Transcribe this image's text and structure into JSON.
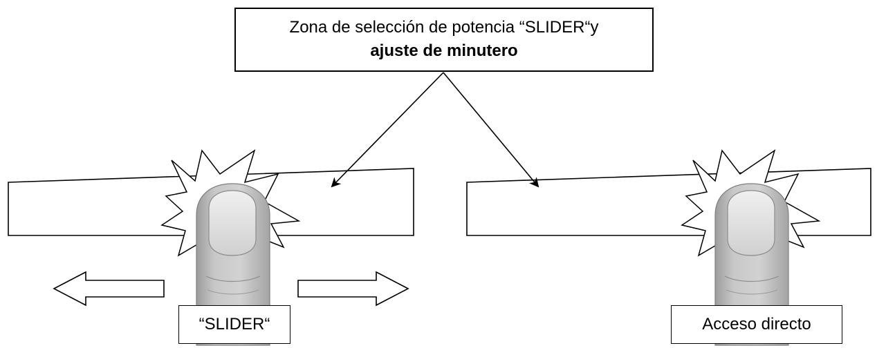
{
  "callout": {
    "line1": "Zona de selección de potencia “SLIDER“y",
    "line2": "ajuste de minutero"
  },
  "labels": {
    "slider": "“SLIDER“",
    "direct_access": "Acceso directo"
  },
  "colors": {
    "stroke": "#000000",
    "finger_skin": "#c9c9c9",
    "finger_shadow": "#9a9a9a",
    "nail": "#e2e2e2",
    "background": "#ffffff"
  },
  "icons": [
    "burst-icon",
    "finger-icon",
    "arrow-left-icon",
    "arrow-right-icon"
  ]
}
